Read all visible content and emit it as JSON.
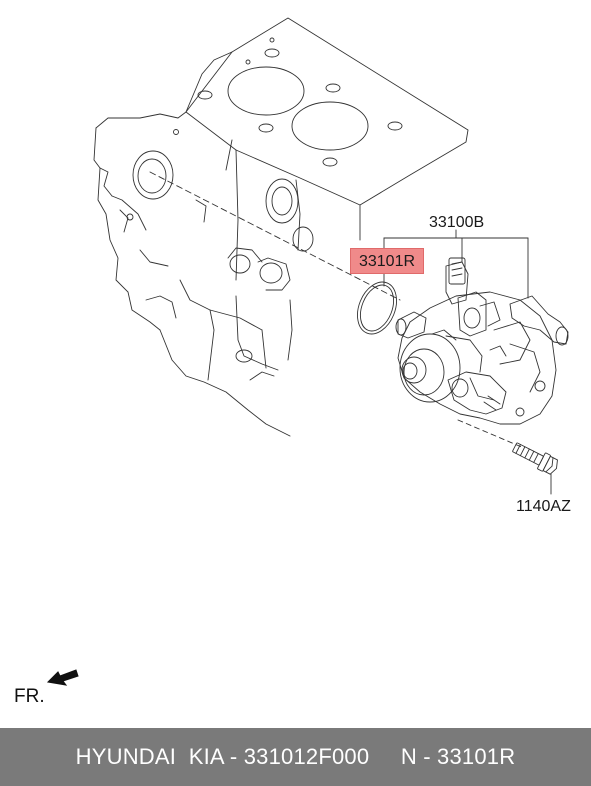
{
  "parts": {
    "pump_assembly": "33100B",
    "gasket": "33101R",
    "bolt": "1140AZ"
  },
  "front_indicator": "FR.",
  "footer": {
    "text": "HYUNDAI  KIA - 331012F000     N - 33101R"
  },
  "colors": {
    "highlight": "#f08a8a",
    "footer_bg": "#7a7a7a",
    "line": "#333333"
  }
}
